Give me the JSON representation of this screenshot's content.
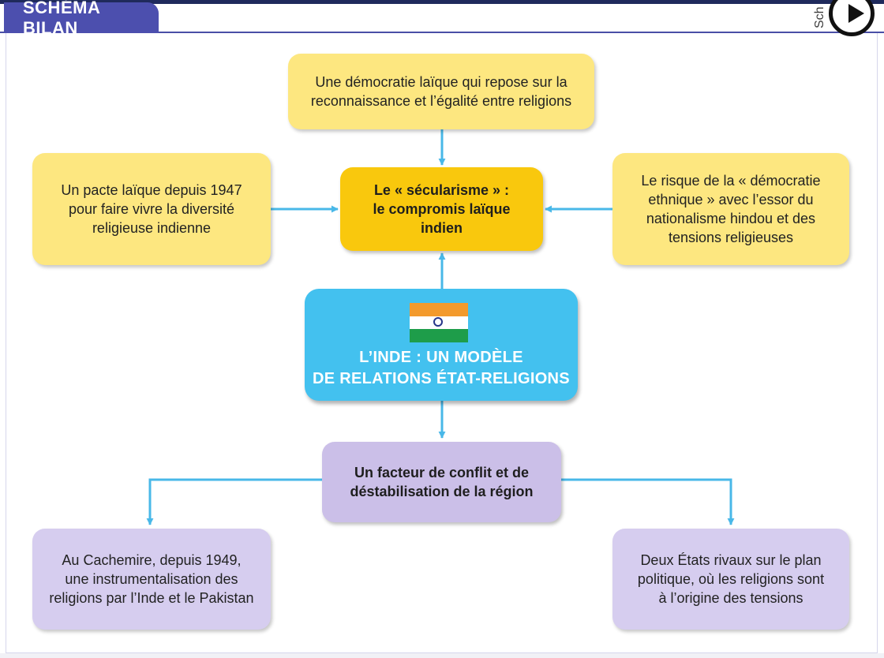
{
  "header": {
    "tab_label": "SCHÉMA BILAN",
    "side_label": "Sch",
    "play_icon": "play-icon"
  },
  "diagram": {
    "top": {
      "line1": "Une démocratie laïque qui repose sur la",
      "line2": "reconnaissance et l’égalité entre religions"
    },
    "left": {
      "line1": "Un pacte laïque depuis 1947",
      "line2": "pour faire vivre la diversité",
      "line3": "religieuse indienne"
    },
    "middle": {
      "line1": "Le « sécularisme » :",
      "line2": "le compromis laïque",
      "line3": "indien"
    },
    "right": {
      "line1": "Le risque de la « démocratie",
      "line2": "ethnique » avec l’essor du",
      "line3": "nationalisme hindou et des",
      "line4": "tensions religieuses"
    },
    "center": {
      "flag_icon": "india-flag-icon",
      "line1": "L’INDE : UN MODÈLE",
      "line2": "DE RELATIONS ÉTAT-RELIGIONS"
    },
    "conflict": {
      "line1": "Un facteur de conflit et de",
      "line2": "déstabilisation de la région"
    },
    "bottom_left": {
      "line1": "Au Cachemire, depuis 1949,",
      "line2": "une instrumentalisation des",
      "line3": "religions par l’Inde et le Pakistan"
    },
    "bottom_right": {
      "line1": "Deux États rivaux sur le plan",
      "line2": "politique, où les religions sont",
      "line3": "à l’origine des tensions"
    }
  },
  "colors": {
    "arrow": "#49b8e8",
    "yellow_box": "#fde780",
    "orange_box": "#f9c80d",
    "center_box": "#43c1ef",
    "purple_box": "#d6cdef",
    "tab": "#4c4fae"
  }
}
